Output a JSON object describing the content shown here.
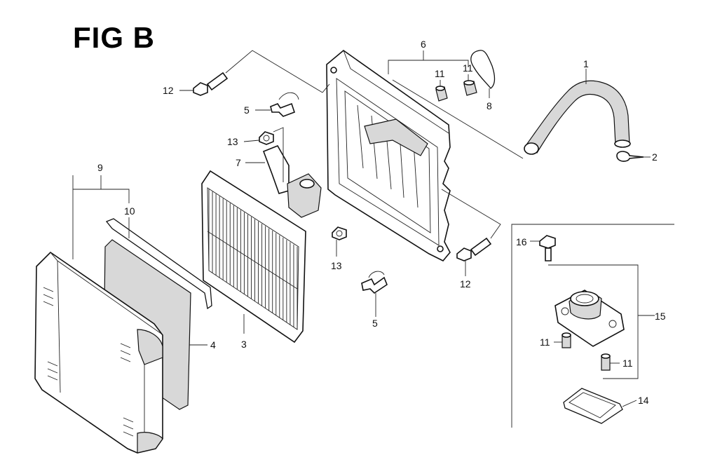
{
  "figure": {
    "title": "FIG B"
  },
  "callouts": {
    "c1": "1",
    "c2": "2",
    "c3": "3",
    "c4": "4",
    "c5a": "5",
    "c5b": "5",
    "c6": "6",
    "c7": "7",
    "c8": "8",
    "c9": "9",
    "c10": "10",
    "c11a": "11",
    "c11b": "11",
    "c11c": "11",
    "c11d": "11",
    "c12a": "12",
    "c12b": "12",
    "c13a": "13",
    "c13b": "13",
    "c14": "14",
    "c15": "15",
    "c16": "16"
  }
}
